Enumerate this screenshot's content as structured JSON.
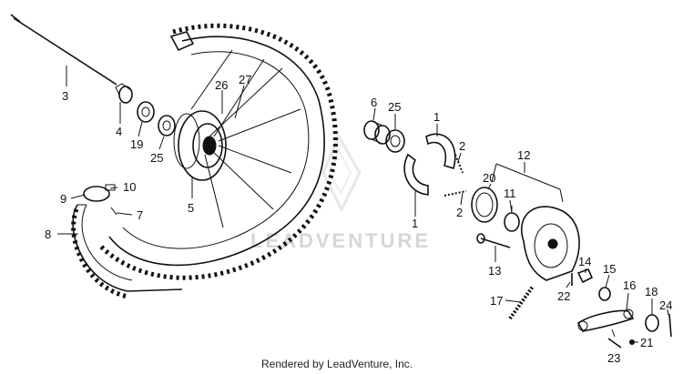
{
  "watermark": {
    "text": "LEADVENTURE"
  },
  "footer": {
    "text": "Rendered by LeadVenture, Inc."
  },
  "callouts": [
    {
      "id": "c3",
      "label": "3"
    },
    {
      "id": "c4",
      "label": "4"
    },
    {
      "id": "c19",
      "label": "19"
    },
    {
      "id": "c25a",
      "label": "25"
    },
    {
      "id": "c26",
      "label": "26"
    },
    {
      "id": "c27",
      "label": "27"
    },
    {
      "id": "c5",
      "label": "5"
    },
    {
      "id": "c10",
      "label": "10"
    },
    {
      "id": "c9",
      "label": "9"
    },
    {
      "id": "c7",
      "label": "7"
    },
    {
      "id": "c8",
      "label": "8"
    },
    {
      "id": "c6",
      "label": "6"
    },
    {
      "id": "c25b",
      "label": "25"
    },
    {
      "id": "c1a",
      "label": "1"
    },
    {
      "id": "c2a",
      "label": "2"
    },
    {
      "id": "c1b",
      "label": "1"
    },
    {
      "id": "c2b",
      "label": "2"
    },
    {
      "id": "c20",
      "label": "20"
    },
    {
      "id": "c12",
      "label": "12"
    },
    {
      "id": "c11",
      "label": "11"
    },
    {
      "id": "c13",
      "label": "13"
    },
    {
      "id": "c14",
      "label": "14"
    },
    {
      "id": "c15",
      "label": "15"
    },
    {
      "id": "c22",
      "label": "22"
    },
    {
      "id": "c16",
      "label": "16"
    },
    {
      "id": "c17",
      "label": "17"
    },
    {
      "id": "c18",
      "label": "18"
    },
    {
      "id": "c24",
      "label": "24"
    },
    {
      "id": "c21",
      "label": "21"
    },
    {
      "id": "c23",
      "label": "23"
    }
  ]
}
